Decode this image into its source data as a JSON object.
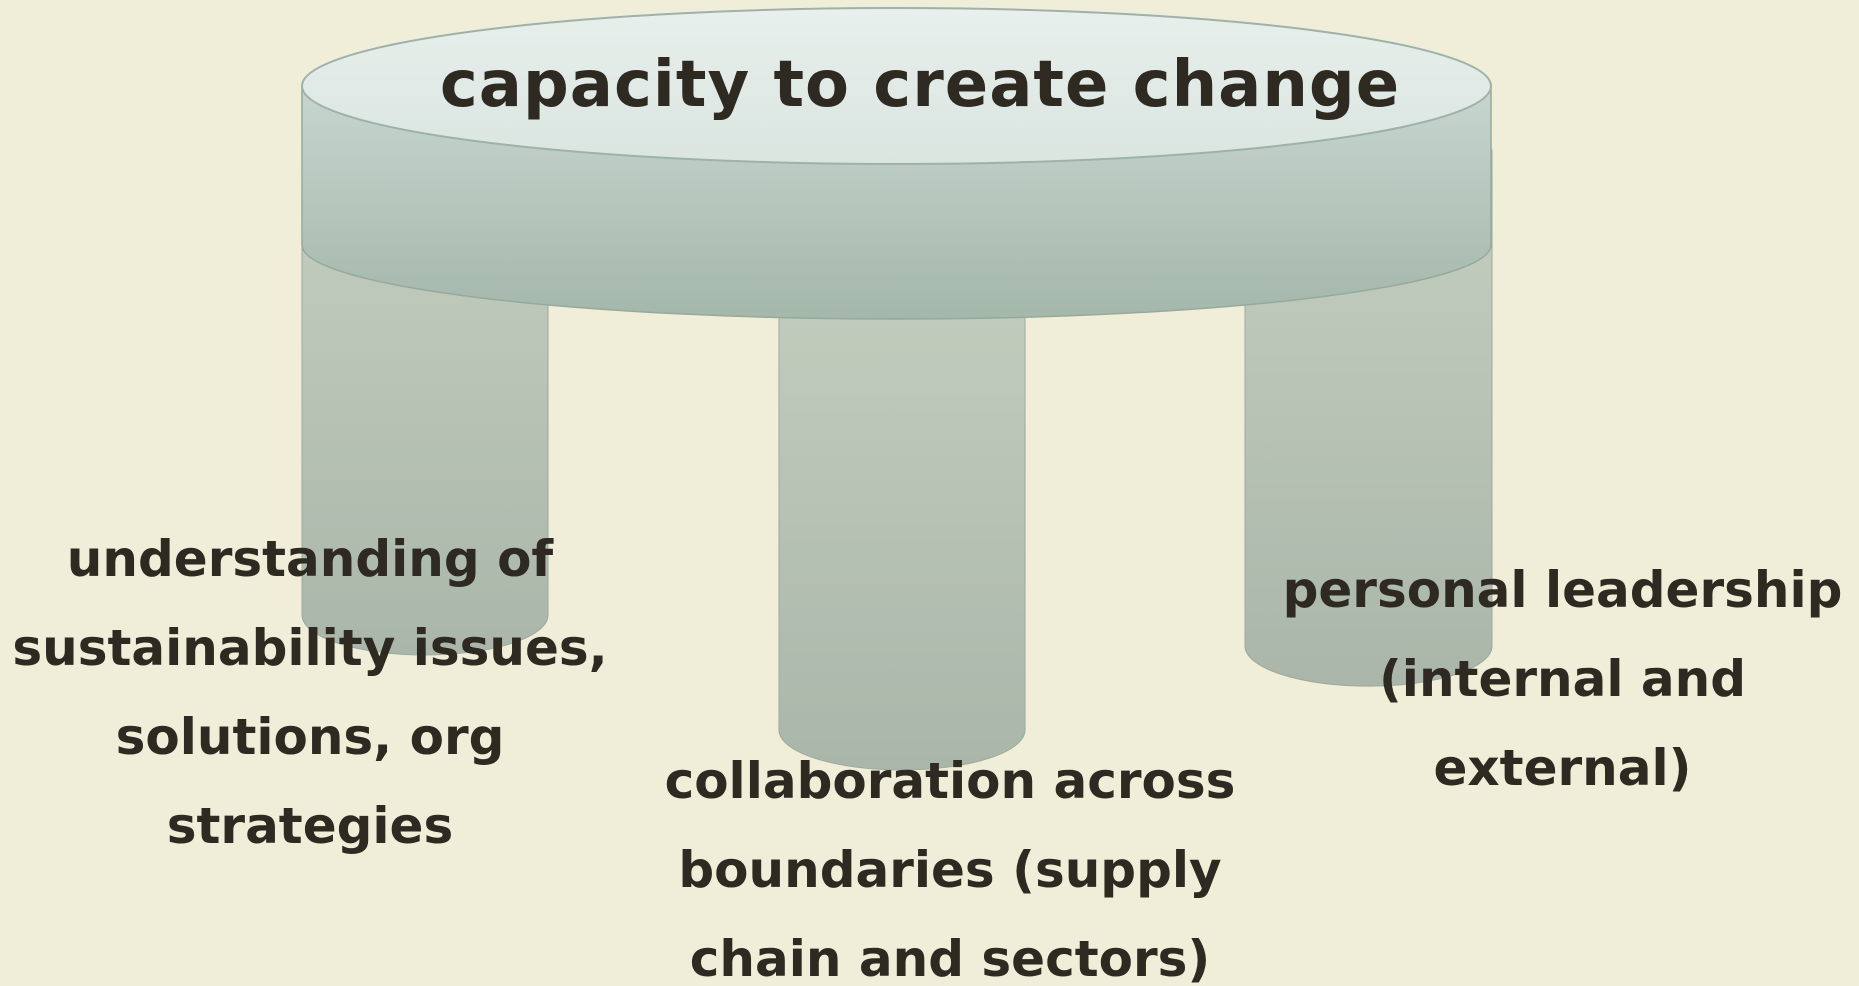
{
  "diagram": {
    "seat_label": "capacity to create change",
    "legs": [
      {
        "label": "understanding of sustainability issues, solutions, org strategies"
      },
      {
        "label": "collaboration across boundaries (supply chain and sectors)"
      },
      {
        "label": "personal leadership (internal and external)"
      }
    ]
  },
  "colors": {
    "background": "#f0eed8",
    "stool_top_light": "#e3ebe6",
    "stool_body": "#a7b9ad",
    "leg": "#b3bfb2",
    "text": "#2e2a22"
  }
}
